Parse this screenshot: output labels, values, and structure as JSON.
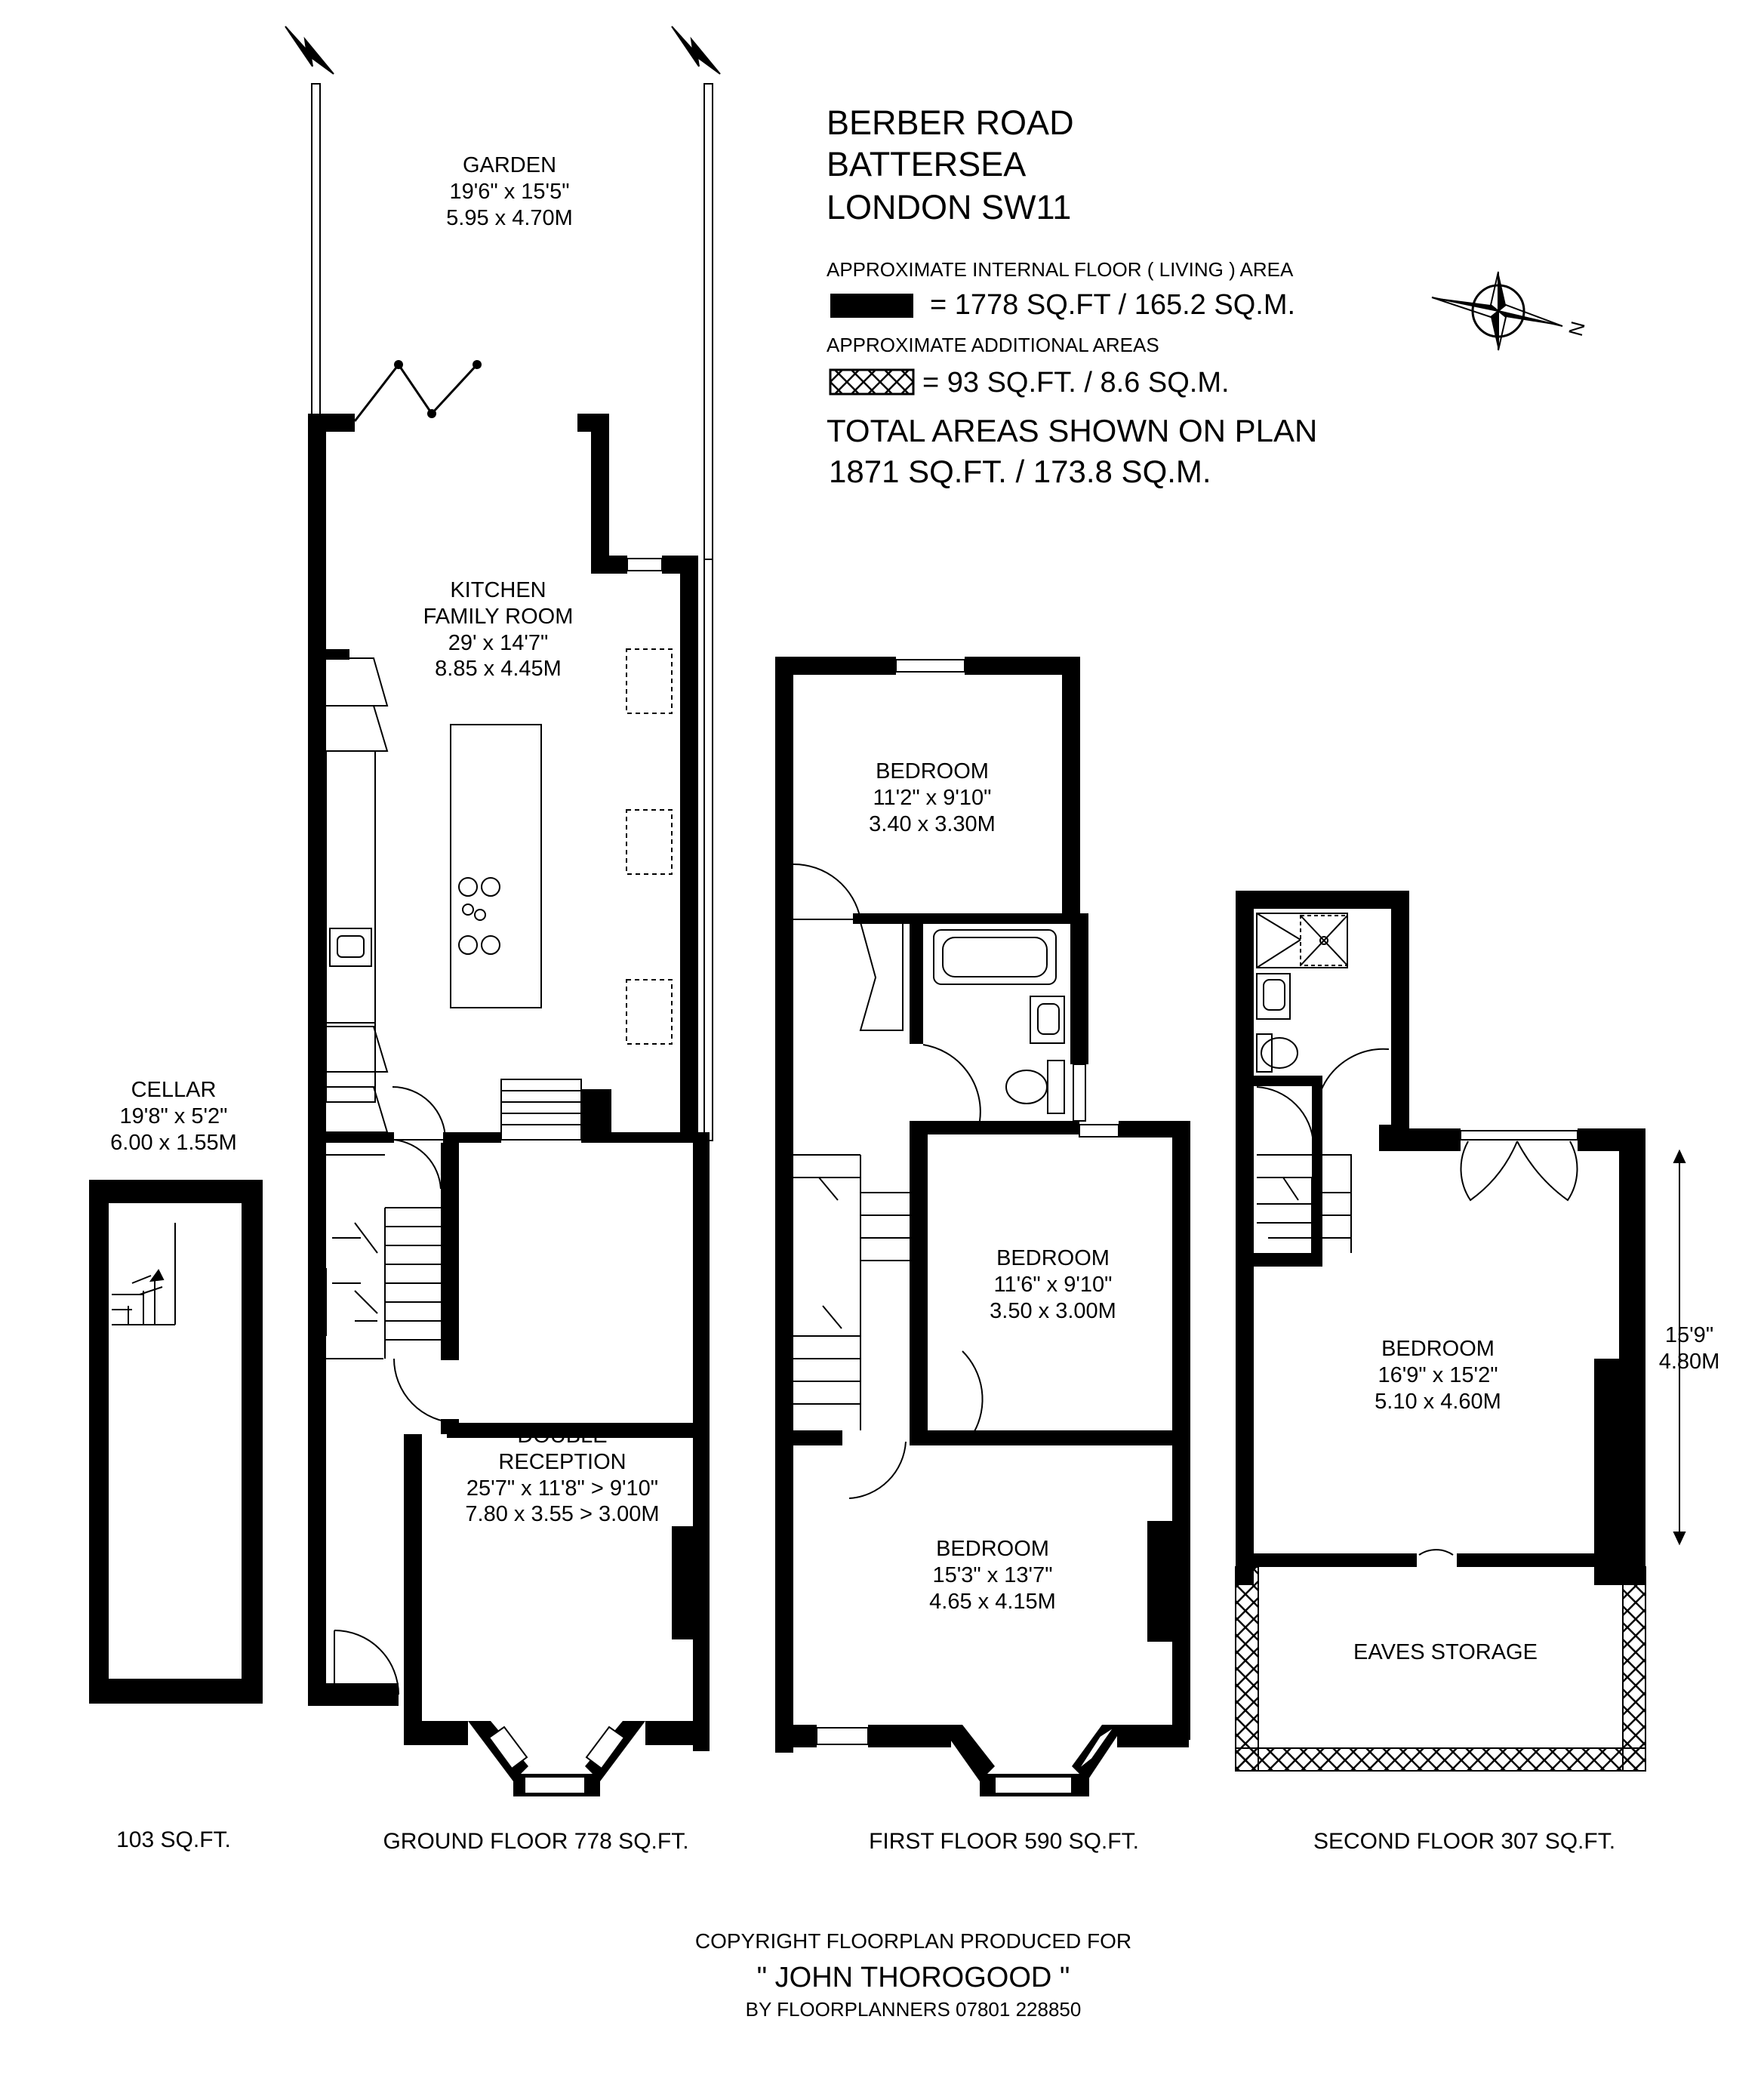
{
  "property": {
    "address_lines": [
      "BERBER ROAD",
      "BATTERSEA",
      "LONDON SW11"
    ]
  },
  "legend": {
    "living_label": "APPROXIMATE INTERNAL FLOOR ( LIVING ) AREA",
    "living_value": "= 1778 SQ.FT / 165.2 SQ.M.",
    "additional_label": "APPROXIMATE ADDITIONAL AREAS",
    "additional_value": "= 93 SQ.FT. / 8.6 SQ.M.",
    "total_line1": "TOTAL AREAS SHOWN ON PLAN",
    "total_line2": "1871 SQ.FT. / 173.8 SQ.M."
  },
  "compass": {
    "north_label": "N"
  },
  "rooms": {
    "garden": {
      "name": "GARDEN",
      "imperial": "19'6\" x 15'5\"",
      "metric": "5.95 x 4.70M"
    },
    "kitchen": {
      "name_line1": "KITCHEN",
      "name_line2": "FAMILY ROOM",
      "imperial": "29' x 14'7\"",
      "metric": "8.85 x 4.45M"
    },
    "cellar": {
      "name": "CELLAR",
      "imperial": "19'8\" x 5'2\"",
      "metric": "6.00 x 1.55M"
    },
    "double_reception": {
      "name_line1": "DOUBLE",
      "name_line2": "RECEPTION",
      "imperial": "25'7\" x 11'8\" > 9'10\"",
      "metric": "7.80 x 3.55 > 3.00M"
    },
    "bedroom_first_rear": {
      "name": "BEDROOM",
      "imperial": "11'2\" x 9'10\"",
      "metric": "3.40 x 3.30M"
    },
    "bedroom_first_middle": {
      "name": "BEDROOM",
      "imperial": "11'6\" x 9'10\"",
      "metric": "3.50 x 3.00M"
    },
    "bedroom_first_front": {
      "name": "BEDROOM",
      "imperial": "15'3\" x 13'7\"",
      "metric": "4.65 x 4.15M"
    },
    "bedroom_second": {
      "name": "BEDROOM",
      "imperial": "16'9\" x 15'2\"",
      "metric": "5.10 x 4.60M"
    },
    "eaves_storage": {
      "name": "EAVES STORAGE"
    }
  },
  "dimension_marker": {
    "imperial": "15'9\"",
    "metric": "4.80M"
  },
  "floors": {
    "cellar": "103 SQ.FT.",
    "ground": "GROUND FLOOR 778 SQ.FT.",
    "first": "FIRST FLOOR 590 SQ.FT.",
    "second": "SECOND FLOOR 307 SQ.FT."
  },
  "credits": {
    "line1": "COPYRIGHT FLOORPLAN PRODUCED FOR",
    "line2": "\" JOHN THOROGOOD \"",
    "line3": "BY FLOORPLANNERS 07801 228850"
  }
}
